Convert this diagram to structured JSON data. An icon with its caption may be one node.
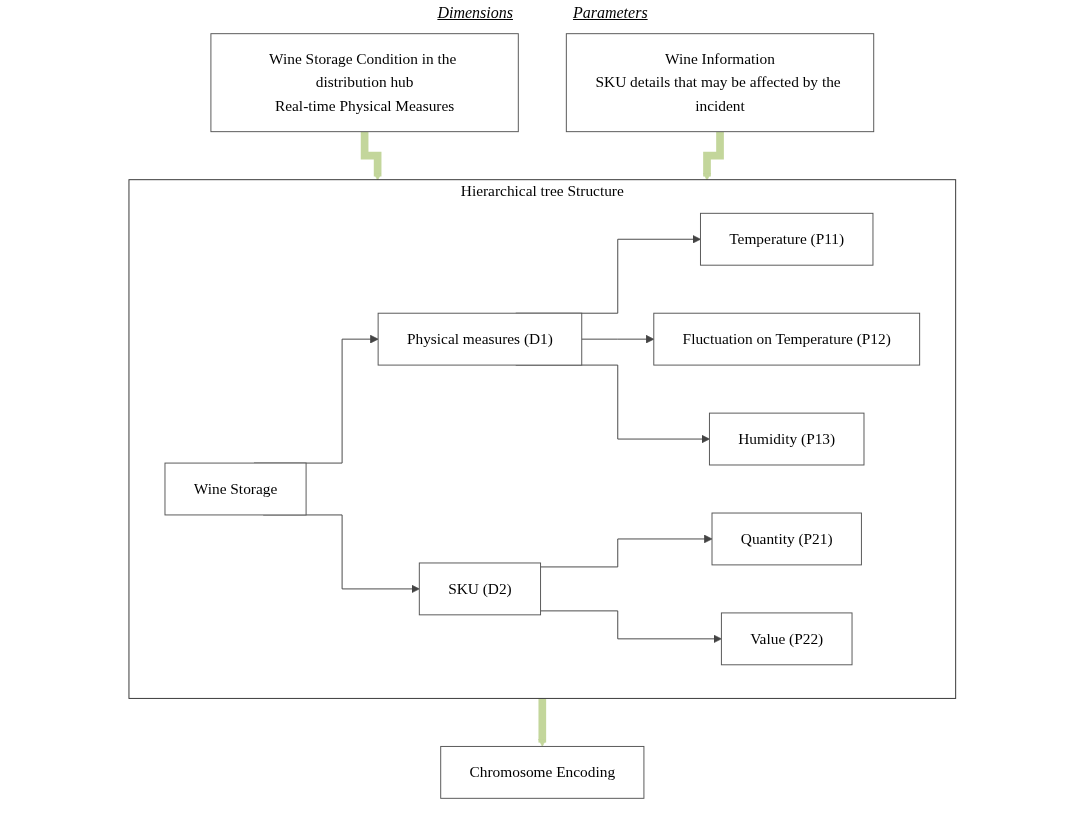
{
  "diagram": {
    "nodes": [
      {
        "text": [
          "Wine Storage Condition in the distribution hub",
          "Real-time Physical Measures"
        ]
      },
      {
        "text": [
          "Wine Information",
          "SKU details that may be affected by the incident"
        ]
      },
      {
        "text": [
          "Hierarchical tree Structure"
        ]
      },
      {
        "text": [
          "Wine Storage"
        ],
        "in": 2
      },
      {
        "text": [
          "Physical measures (D1)"
        ],
        "in": 2
      },
      {
        "text": [
          "SKU (D2)"
        ],
        "in": 2
      },
      {
        "text": [
          "Temperature (P11)"
        ],
        "in": 2
      },
      {
        "text": [
          "Fluctuation on Temperature (P12)"
        ],
        "in": 2
      },
      {
        "text": [
          "Humidity (P13)"
        ],
        "in": 2
      },
      {
        "text": [
          "Quantity (P21)"
        ],
        "in": 2
      },
      {
        "text": [
          "Value (P22)"
        ],
        "in": 2
      },
      {
        "text": [
          "Chromosome Encoding"
        ]
      }
    ],
    "edges": [
      {
        "from": 0,
        "to": 2,
        "arrow": "to",
        "style": "thick",
        "color": "#c3d69b"
      },
      {
        "from": 1,
        "to": 2,
        "arrow": "to",
        "style": "thick",
        "color": "#c3d69b"
      },
      {
        "from": 3,
        "to": 4,
        "arrow": "to"
      },
      {
        "from": 3,
        "to": 5,
        "arrow": "to"
      },
      {
        "from": 4,
        "to": 6,
        "arrow": "to"
      },
      {
        "from": 4,
        "to": 7,
        "arrow": "to"
      },
      {
        "from": 4,
        "to": 8,
        "arrow": "to"
      },
      {
        "from": 5,
        "to": 9,
        "arrow": "to"
      },
      {
        "from": 5,
        "to": 10,
        "arrow": "to"
      },
      {
        "from": 2,
        "to": 11,
        "arrow": "to",
        "style": "thick",
        "color": "#c3d69b"
      }
    ],
    "labels": [
      "Dimensions",
      "Parameters"
    ]
  }
}
